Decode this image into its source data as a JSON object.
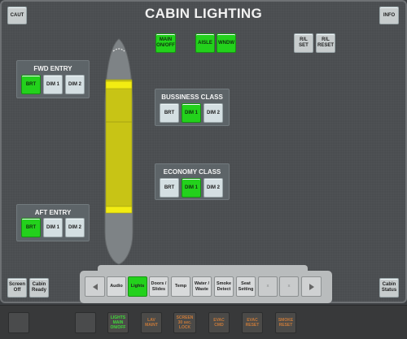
{
  "title": "CABIN LIGHTING",
  "top": {
    "caut": "CAUT",
    "info": "INFO",
    "main_onoff": "MAIN\nON/OFF",
    "aisle": "AISLE",
    "wndw": "WNDW",
    "rl_set": "R/L\nSET",
    "rl_reset": "R/L\nRESET"
  },
  "zones": {
    "fwd": {
      "title": "FWD ENTRY",
      "buttons": [
        "BRT",
        "DIM 1",
        "DIM 2"
      ],
      "active": "BRT"
    },
    "business": {
      "title": "BUSSINESS CLASS",
      "buttons": [
        "BRT",
        "DIM 1",
        "DIM 2"
      ],
      "active": "DIM 1"
    },
    "economy": {
      "title": "ECONOMY CLASS",
      "buttons": [
        "BRT",
        "DIM 1",
        "DIM 2"
      ],
      "active": "DIM 1"
    },
    "aft": {
      "title": "AFT ENTRY",
      "buttons": [
        "BRT",
        "DIM 1",
        "DIM 2"
      ],
      "active": "BRT"
    }
  },
  "side": {
    "screen_off": "Screen\nOff",
    "cabin_ready": "Cabin\nReady",
    "cabin_status": "Cabin\nStatus"
  },
  "tabs": [
    {
      "label": "Audio",
      "active": false,
      "disabled": false
    },
    {
      "label": "Lights",
      "active": true,
      "disabled": false
    },
    {
      "label": "Doors /\nSlides",
      "active": false,
      "disabled": false
    },
    {
      "label": "Temp",
      "active": false,
      "disabled": false
    },
    {
      "label": "Water /\nWaste",
      "active": false,
      "disabled": false
    },
    {
      "label": "Smoke\nDetect",
      "active": false,
      "disabled": false
    },
    {
      "label": "Seat\nSetting",
      "active": false,
      "disabled": false
    },
    {
      "label": "x",
      "active": false,
      "disabled": true
    },
    {
      "label": "x",
      "active": false,
      "disabled": true
    }
  ],
  "bottom": {
    "lights_main": "LIGHTS\nMAIN\nON/OFF",
    "lav_maint": "LAV\nMAINT",
    "screen_lock": "SCREEN\n30 sec.\nLOCK",
    "evac_cmd": "EVAC\nCMD",
    "evac_reset": "EVAC\nRESET",
    "smoke_reset": "SMOKE\nRESET"
  },
  "colors": {
    "active_green": "#23d11c",
    "cabin_yellow": "#c8c415",
    "marker_yellow": "#f2ec12",
    "bottom_green_text": "#3fd83a",
    "bottom_orange_text": "#c87a3a"
  },
  "icons": {
    "left_arrow": "triangle-left-icon",
    "right_arrow": "triangle-right-icon"
  }
}
